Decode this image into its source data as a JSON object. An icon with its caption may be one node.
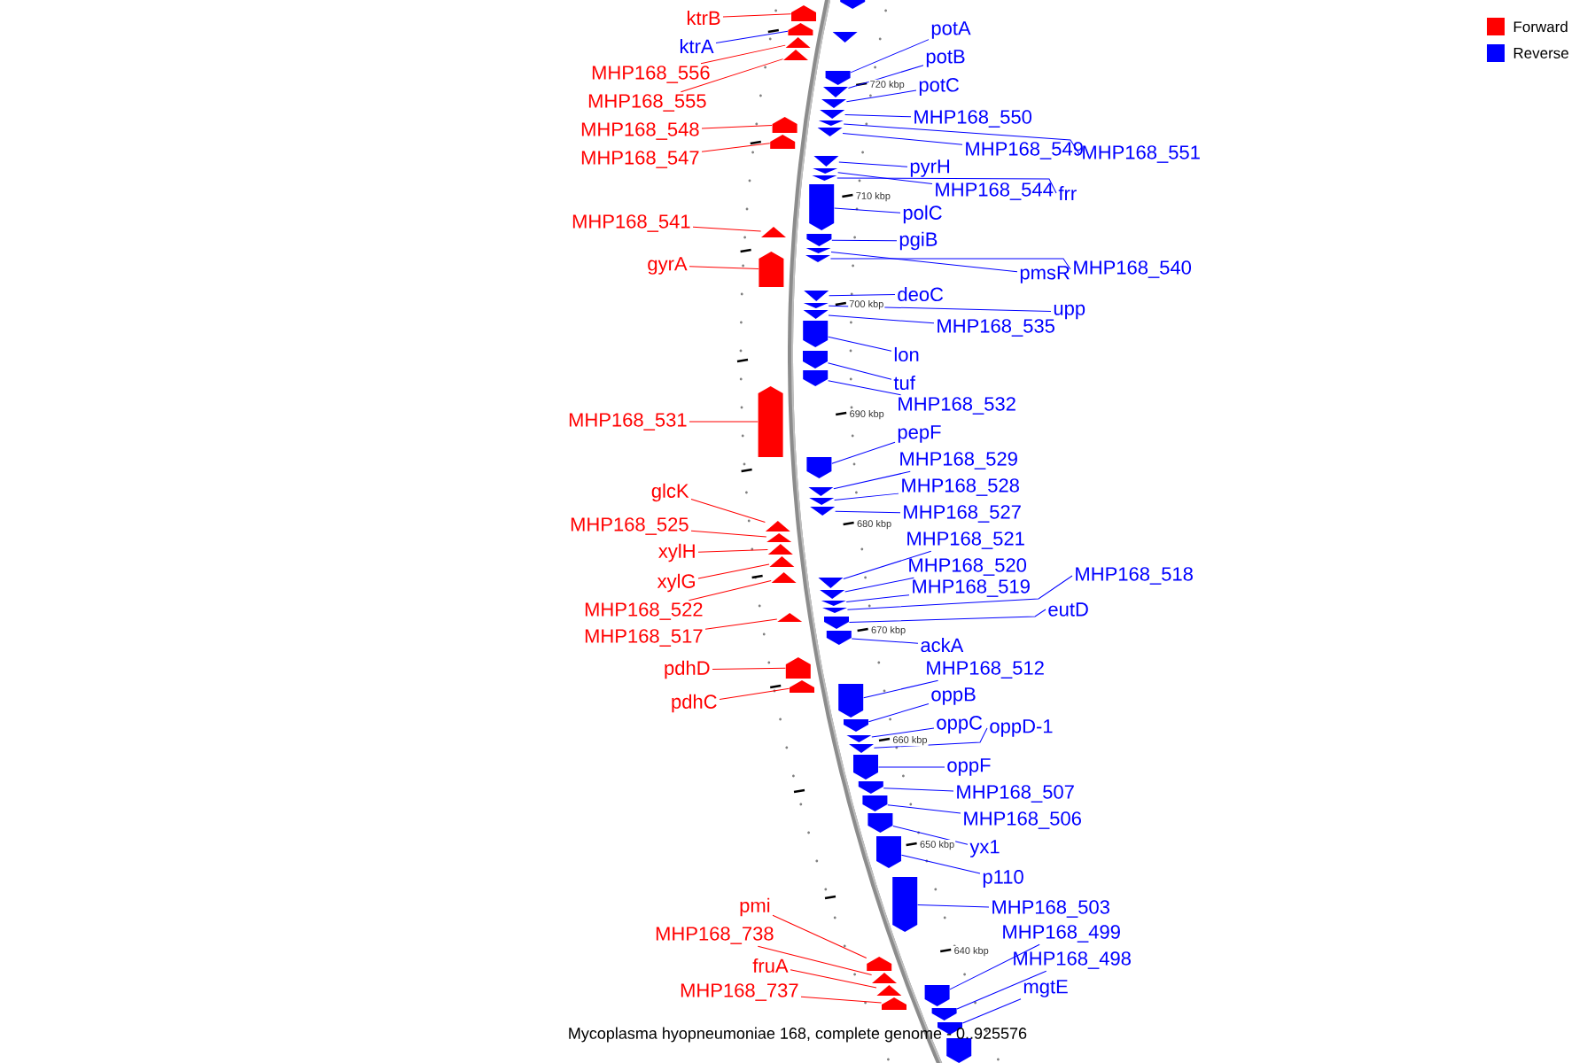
{
  "diagram": {
    "caption": "Mycoplasma hyopneumoniae 168, complete genome - 0..925576",
    "nodes": [
      {
        "text": [
          "ktrB"
        ]
      },
      {
        "text": [
          "ktrA"
        ]
      },
      {
        "text": [
          "MHP168_556"
        ]
      },
      {
        "text": [
          "MHP168_555"
        ]
      },
      {
        "text": [
          "MHP168_548"
        ]
      },
      {
        "text": [
          "MHP168_547"
        ]
      },
      {
        "text": [
          "MHP168_541"
        ]
      },
      {
        "text": [
          "gyrA"
        ]
      },
      {
        "text": [
          "MHP168_531"
        ]
      },
      {
        "text": [
          "glcK"
        ]
      },
      {
        "text": [
          "MHP168_525"
        ]
      },
      {
        "text": [
          "xylH"
        ]
      },
      {
        "text": [
          "xylG"
        ]
      },
      {
        "text": [
          "MHP168_522"
        ]
      },
      {
        "text": [
          "MHP168_517"
        ]
      },
      {
        "text": [
          "pdhD"
        ]
      },
      {
        "text": [
          "pdhC"
        ]
      },
      {
        "text": [
          "pmi"
        ]
      },
      {
        "text": [
          "MHP168_738"
        ]
      },
      {
        "text": [
          "fruA"
        ]
      },
      {
        "text": [
          "MHP168_737"
        ]
      },
      {
        "text": [
          "potA"
        ]
      },
      {
        "text": [
          "potB"
        ]
      },
      {
        "text": [
          "potC"
        ]
      },
      {
        "text": [
          "MHP168_550"
        ]
      },
      {
        "text": [
          "MHP168_549"
        ]
      },
      {
        "text": [
          "MHP168_551"
        ]
      },
      {
        "text": [
          "pyrH"
        ]
      },
      {
        "text": [
          "MHP168_544"
        ]
      },
      {
        "text": [
          "frr"
        ]
      },
      {
        "text": [
          "polC"
        ]
      },
      {
        "text": [
          "pgiB"
        ]
      },
      {
        "text": [
          "pmsR"
        ]
      },
      {
        "text": [
          "MHP168_540"
        ]
      },
      {
        "text": [
          "deoC"
        ]
      },
      {
        "text": [
          "upp"
        ]
      },
      {
        "text": [
          "MHP168_535"
        ]
      },
      {
        "text": [
          "lon"
        ]
      },
      {
        "text": [
          "tuf"
        ]
      },
      {
        "text": [
          "MHP168_532"
        ]
      },
      {
        "text": [
          "pepF"
        ]
      },
      {
        "text": [
          "MHP168_529"
        ]
      },
      {
        "text": [
          "MHP168_528"
        ]
      },
      {
        "text": [
          "MHP168_527"
        ]
      },
      {
        "text": [
          "MHP168_521"
        ]
      },
      {
        "text": [
          "MHP168_520"
        ]
      },
      {
        "text": [
          "MHP168_519"
        ]
      },
      {
        "text": [
          "MHP168_518"
        ]
      },
      {
        "text": [
          "eutD"
        ]
      },
      {
        "text": [
          "ackA"
        ]
      },
      {
        "text": [
          "MHP168_512"
        ]
      },
      {
        "text": [
          "oppB"
        ]
      },
      {
        "text": [
          "oppC"
        ]
      },
      {
        "text": [
          "oppD-1"
        ]
      },
      {
        "text": [
          "oppF"
        ]
      },
      {
        "text": [
          "MHP168_507"
        ]
      },
      {
        "text": [
          "MHP168_506"
        ]
      },
      {
        "text": [
          "yx1"
        ]
      },
      {
        "text": [
          "p110"
        ]
      },
      {
        "text": [
          "MHP168_503"
        ]
      },
      {
        "text": [
          "MHP168_499"
        ]
      },
      {
        "text": [
          "MHP168_498"
        ]
      },
      {
        "text": [
          "mgtE"
        ]
      },
      {
        "text": [],
        "shape": "pentagon"
      },
      {
        "text": [],
        "shape": "pentagon"
      },
      {
        "text": [],
        "shape": "pentagon"
      },
      {
        "text": [],
        "shape": "pentagon"
      },
      {
        "text": [],
        "shape": "pentagon"
      },
      {
        "text": [],
        "shape": "pentagon"
      },
      {
        "text": [],
        "shape": "pentagon"
      },
      {
        "text": [],
        "shape": "pentagon"
      },
      {
        "text": [],
        "shape": "pentagon"
      },
      {
        "text": [],
        "shape": "pentagon"
      },
      {
        "text": [],
        "shape": "pentagon"
      },
      {
        "text": [],
        "shape": "pentagon"
      },
      {
        "text": [],
        "shape": "pentagon"
      },
      {
        "text": [],
        "shape": "pentagon"
      },
      {
        "text": [],
        "shape": "pentagon"
      },
      {
        "text": [],
        "shape": "pentagon"
      },
      {
        "text": [],
        "shape": "pentagon"
      },
      {
        "text": [],
        "shape": "pentagon"
      },
      {
        "text": [],
        "shape": "pentagon"
      },
      {
        "text": [],
        "shape": "pentagon"
      },
      {
        "text": [],
        "shape": "pentagon"
      },
      {
        "text": [],
        "shape": "pentagon"
      },
      {
        "text": [],
        "shape": "pentagon"
      },
      {
        "text": [],
        "shape": "pentagon"
      },
      {
        "text": [],
        "shape": "pentagon"
      },
      {
        "text": [],
        "shape": "pentagon"
      },
      {
        "text": [],
        "shape": "pentagon"
      },
      {
        "text": [],
        "shape": "pentagon"
      },
      {
        "text": [],
        "shape": "pentagon"
      },
      {
        "text": [],
        "shape": "pentagon"
      },
      {
        "text": [],
        "shape": "pentagon"
      },
      {
        "text": [],
        "shape": "pentagon"
      },
      {
        "text": [],
        "shape": "pentagon"
      },
      {
        "text": [],
        "shape": "pentagon"
      },
      {
        "text": [],
        "shape": "pentagon"
      },
      {
        "text": [],
        "shape": "pentagon"
      },
      {
        "text": [],
        "shape": "pentagon"
      },
      {
        "text": [],
        "shape": "pentagon"
      },
      {
        "text": [],
        "shape": "pentagon"
      },
      {
        "text": [],
        "shape": "pentagon"
      },
      {
        "text": [],
        "shape": "pentagon"
      },
      {
        "text": [],
        "shape": "pentagon"
      },
      {
        "text": [],
        "shape": "pentagon"
      },
      {
        "text": [],
        "shape": "pentagon"
      },
      {
        "text": [],
        "shape": "pentagon"
      },
      {
        "text": [],
        "shape": "pentagon"
      },
      {
        "text": [],
        "shape": "pentagon"
      },
      {
        "text": [],
        "shape": "pentagon"
      },
      {
        "text": [],
        "shape": "pentagon"
      },
      {
        "text": [],
        "shape": "pentagon"
      },
      {
        "text": [],
        "shape": "pentagon"
      },
      {
        "text": [],
        "shape": "pentagon"
      },
      {
        "text": [],
        "shape": "pentagon"
      },
      {
        "text": [],
        "shape": "pentagon"
      },
      {
        "text": [],
        "shape": "pentagon"
      },
      {
        "text": [],
        "shape": "pentagon"
      },
      {
        "text": [],
        "shape": "pentagon"
      },
      {
        "text": [],
        "shape": "pentagon"
      },
      {
        "text": [],
        "shape": "pentagon"
      },
      {
        "text": [],
        "shape": "pentagon"
      },
      {
        "text": [],
        "shape": "pentagon"
      },
      {
        "text": [],
        "shape": "pentagon"
      },
      {
        "text": [],
        "shape": "pentagon"
      },
      {
        "text": [],
        "shape": "pentagon"
      },
      {
        "text": [],
        "shape": "pentagon"
      },
      {
        "text": [],
        "shape": "pentagon"
      }
    ],
    "edges": [
      {
        "from": 0,
        "to": 63,
        "arrow": "none",
        "color": "#ff0000"
      },
      {
        "from": 1,
        "to": 64,
        "arrow": "none"
      },
      {
        "from": 2,
        "to": 65,
        "arrow": "none",
        "color": "#ff0000"
      },
      {
        "from": 3,
        "to": 66,
        "arrow": "none",
        "color": "#ff0000"
      },
      {
        "from": 4,
        "to": 67,
        "arrow": "none",
        "color": "#ff0000"
      },
      {
        "from": 5,
        "to": 68,
        "arrow": "none",
        "color": "#ff0000"
      },
      {
        "from": 6,
        "to": 69,
        "arrow": "none",
        "color": "#ff0000"
      },
      {
        "from": 7,
        "to": 70,
        "arrow": "none",
        "color": "#ff0000"
      },
      {
        "from": 8,
        "to": 71,
        "arrow": "none",
        "color": "#ff0000"
      },
      {
        "from": 9,
        "to": 72,
        "arrow": "none",
        "color": "#ff0000"
      },
      {
        "from": 10,
        "to": 73,
        "arrow": "none",
        "color": "#ff0000"
      },
      {
        "from": 11,
        "to": 74,
        "arrow": "none",
        "color": "#ff0000"
      },
      {
        "from": 12,
        "to": 75,
        "arrow": "none",
        "color": "#ff0000"
      },
      {
        "from": 13,
        "to": 76,
        "arrow": "none",
        "color": "#ff0000"
      },
      {
        "from": 14,
        "to": 77,
        "arrow": "none",
        "color": "#ff0000"
      },
      {
        "from": 15,
        "to": 78,
        "arrow": "none",
        "color": "#ff0000"
      },
      {
        "from": 16,
        "to": 79,
        "arrow": "none",
        "color": "#ff0000"
      },
      {
        "from": 17,
        "to": 80,
        "arrow": "none",
        "color": "#ff0000"
      },
      {
        "from": 18,
        "to": 81,
        "arrow": "none",
        "color": "#ff0000"
      },
      {
        "from": 19,
        "to": 82,
        "arrow": "none",
        "color": "#ff0000"
      },
      {
        "from": 20,
        "to": 83,
        "arrow": "none",
        "color": "#ff0000"
      },
      {
        "from": 21,
        "to": 84,
        "arrow": "none"
      },
      {
        "from": 22,
        "to": 85,
        "arrow": "none"
      },
      {
        "from": 23,
        "to": 86,
        "arrow": "none"
      },
      {
        "from": 24,
        "to": 87,
        "arrow": "none"
      },
      {
        "from": 25,
        "to": 88,
        "arrow": "none"
      },
      {
        "from": 26,
        "to": 89,
        "arrow": "none"
      },
      {
        "from": 27,
        "to": 90,
        "arrow": "none"
      },
      {
        "from": 28,
        "to": 91,
        "arrow": "none"
      },
      {
        "from": 29,
        "to": 92,
        "arrow": "none"
      },
      {
        "from": 30,
        "to": 93,
        "arrow": "none"
      },
      {
        "from": 31,
        "to": 94,
        "arrow": "none"
      },
      {
        "from": 32,
        "to": 95,
        "arrow": "none"
      },
      {
        "from": 33,
        "to": 96,
        "arrow": "none"
      },
      {
        "from": 34,
        "to": 97,
        "arrow": "none"
      },
      {
        "from": 35,
        "to": 98,
        "arrow": "none"
      },
      {
        "from": 36,
        "to": 99,
        "arrow": "none"
      },
      {
        "from": 37,
        "to": 100,
        "arrow": "none"
      },
      {
        "from": 38,
        "to": 101,
        "arrow": "none"
      },
      {
        "from": 39,
        "to": 102,
        "arrow": "none"
      },
      {
        "from": 40,
        "to": 103,
        "arrow": "none"
      },
      {
        "from": 41,
        "to": 104,
        "arrow": "none"
      },
      {
        "from": 42,
        "to": 105,
        "arrow": "none"
      },
      {
        "from": 43,
        "to": 106,
        "arrow": "none"
      },
      {
        "from": 44,
        "to": 107,
        "arrow": "none"
      },
      {
        "from": 45,
        "to": 108,
        "arrow": "none"
      },
      {
        "from": 46,
        "to": 109,
        "arrow": "none"
      },
      {
        "from": 47,
        "to": 110,
        "arrow": "none"
      },
      {
        "from": 48,
        "to": 111,
        "arrow": "none"
      },
      {
        "from": 49,
        "to": 112,
        "arrow": "none"
      },
      {
        "from": 50,
        "to": 113,
        "arrow": "none"
      },
      {
        "from": 51,
        "to": 114,
        "arrow": "none"
      },
      {
        "from": 52,
        "to": 115,
        "arrow": "none"
      },
      {
        "from": 53,
        "to": 116,
        "arrow": "none"
      },
      {
        "from": 54,
        "to": 117,
        "arrow": "none"
      },
      {
        "from": 55,
        "to": 118,
        "arrow": "none"
      },
      {
        "from": 56,
        "to": 119,
        "arrow": "none"
      },
      {
        "from": 57,
        "to": 120,
        "arrow": "none"
      },
      {
        "from": 58,
        "to": 121,
        "arrow": "none"
      },
      {
        "from": 59,
        "to": 122,
        "arrow": "none"
      },
      {
        "from": 60,
        "to": 123,
        "arrow": "none"
      },
      {
        "from": 61,
        "to": 124,
        "arrow": "none"
      },
      {
        "from": 62,
        "to": 125,
        "arrow": "none"
      }
    ],
    "labels": [
      "720 kbp",
      "710 kbp",
      "700 kbp",
      "690 kbp",
      "680 kbp",
      "670 kbp",
      "660 kbp",
      "650 kbp",
      "640 kbp"
    ],
    "legend": [
      {
        "text": "Forward",
        "color": "#ff0000"
      },
      {
        "text": "Reverse",
        "color": "#0000ff"
      }
    ]
  }
}
